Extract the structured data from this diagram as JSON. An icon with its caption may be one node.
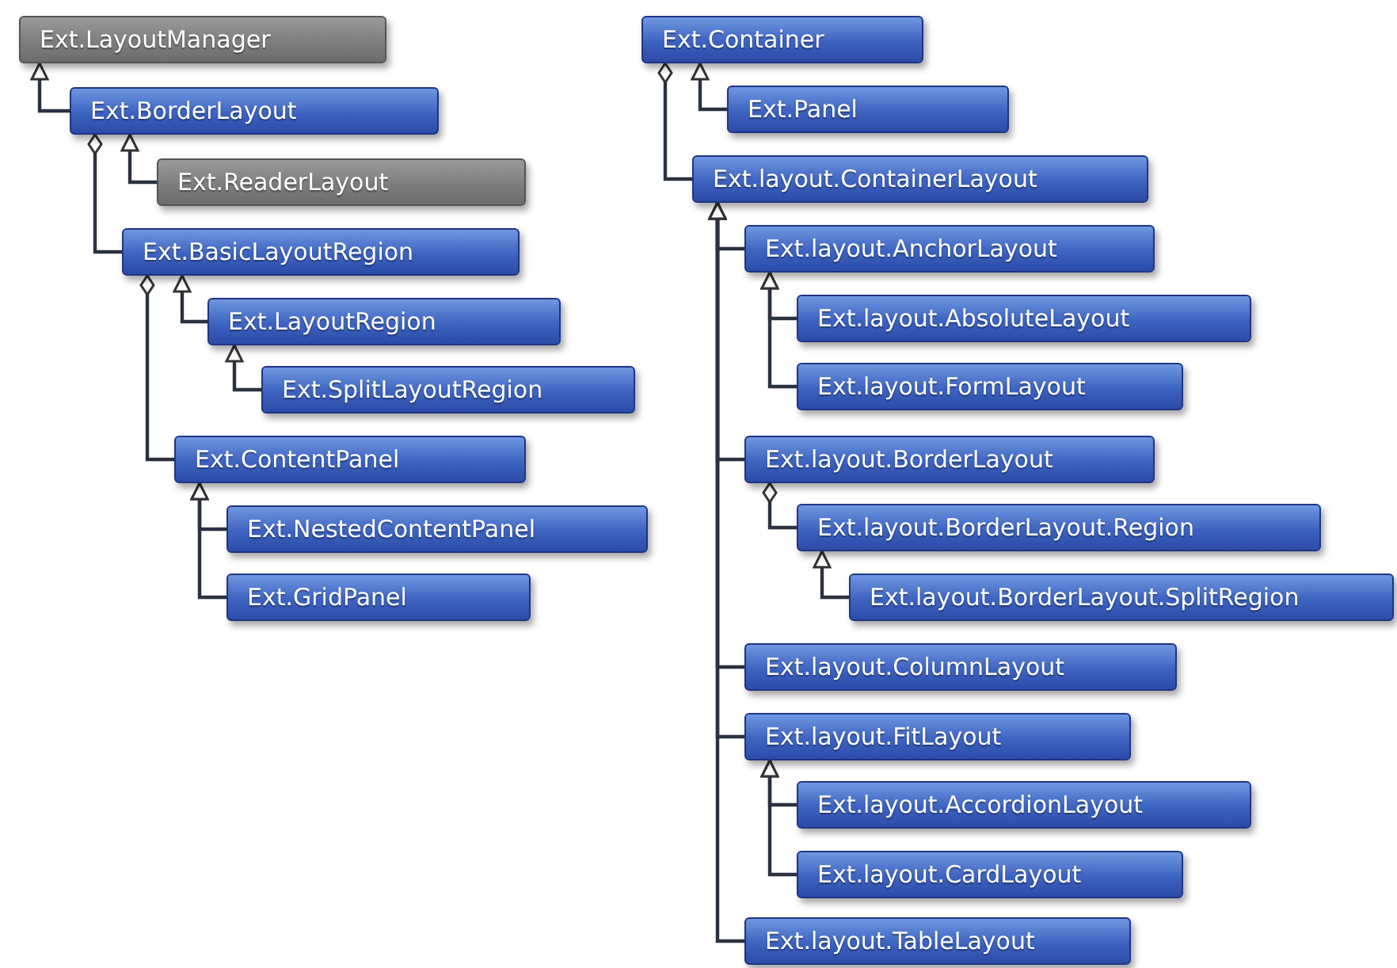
{
  "diagram": {
    "nodes": [
      {
        "text": [
          "Ext.LayoutManager"
        ]
      },
      {
        "text": [
          "Ext.BorderLayout"
        ]
      },
      {
        "text": [
          "Ext.ReaderLayout"
        ]
      },
      {
        "text": [
          "Ext.BasicLayoutRegion"
        ]
      },
      {
        "text": [
          "Ext.LayoutRegion"
        ]
      },
      {
        "text": [
          "Ext.SplitLayoutRegion"
        ]
      },
      {
        "text": [
          "Ext.ContentPanel"
        ]
      },
      {
        "text": [
          "Ext.NestedContentPanel"
        ]
      },
      {
        "text": [
          "Ext.GridPanel"
        ]
      },
      {
        "text": [
          "Ext.Container"
        ]
      },
      {
        "text": [
          "Ext.Panel"
        ]
      },
      {
        "text": [
          "Ext.layout.ContainerLayout"
        ]
      },
      {
        "text": [
          "Ext.layout.AnchorLayout"
        ]
      },
      {
        "text": [
          "Ext.layout.AbsoluteLayout"
        ]
      },
      {
        "text": [
          "Ext.layout.FormLayout"
        ]
      },
      {
        "text": [
          "Ext.layout.BorderLayout"
        ]
      },
      {
        "text": [
          "Ext.layout.BorderLayout.Region"
        ]
      },
      {
        "text": [
          "Ext.layout.BorderLayout.SplitRegion"
        ]
      },
      {
        "text": [
          "Ext.layout.ColumnLayout"
        ]
      },
      {
        "text": [
          "Ext.layout.FitLayout"
        ]
      },
      {
        "text": [
          "Ext.layout.AccordionLayout"
        ]
      },
      {
        "text": [
          "Ext.layout.CardLayout"
        ]
      },
      {
        "text": [
          "Ext.layout.TableLayout"
        ]
      }
    ],
    "edges": [
      {
        "from": 1,
        "to": 0,
        "arrow": "to"
      },
      {
        "from": 3,
        "to": 1,
        "arrow": "other"
      },
      {
        "from": 2,
        "to": 1,
        "arrow": "to"
      },
      {
        "from": 6,
        "to": 3,
        "arrow": "other"
      },
      {
        "from": 4,
        "to": 3,
        "arrow": "to"
      },
      {
        "from": 5,
        "to": 4,
        "arrow": "to"
      },
      {
        "from": 7,
        "to": 6,
        "arrow": "to"
      },
      {
        "from": 8,
        "to": 6,
        "arrow": "to"
      },
      {
        "from": 11,
        "to": 9,
        "arrow": "other"
      },
      {
        "from": 10,
        "to": 9,
        "arrow": "to"
      },
      {
        "from": 12,
        "to": 11,
        "arrow": "to"
      },
      {
        "from": 15,
        "to": 11,
        "arrow": "to"
      },
      {
        "from": 18,
        "to": 11,
        "arrow": "to"
      },
      {
        "from": 19,
        "to": 11,
        "arrow": "to"
      },
      {
        "from": 22,
        "to": 11,
        "arrow": "to"
      },
      {
        "from": 13,
        "to": 12,
        "arrow": "to"
      },
      {
        "from": 14,
        "to": 12,
        "arrow": "to"
      },
      {
        "from": 16,
        "to": 15,
        "arrow": "other"
      },
      {
        "from": 17,
        "to": 16,
        "arrow": "to"
      },
      {
        "from": 20,
        "to": 19,
        "arrow": "to"
      },
      {
        "from": 21,
        "to": 19,
        "arrow": "to"
      }
    ]
  }
}
